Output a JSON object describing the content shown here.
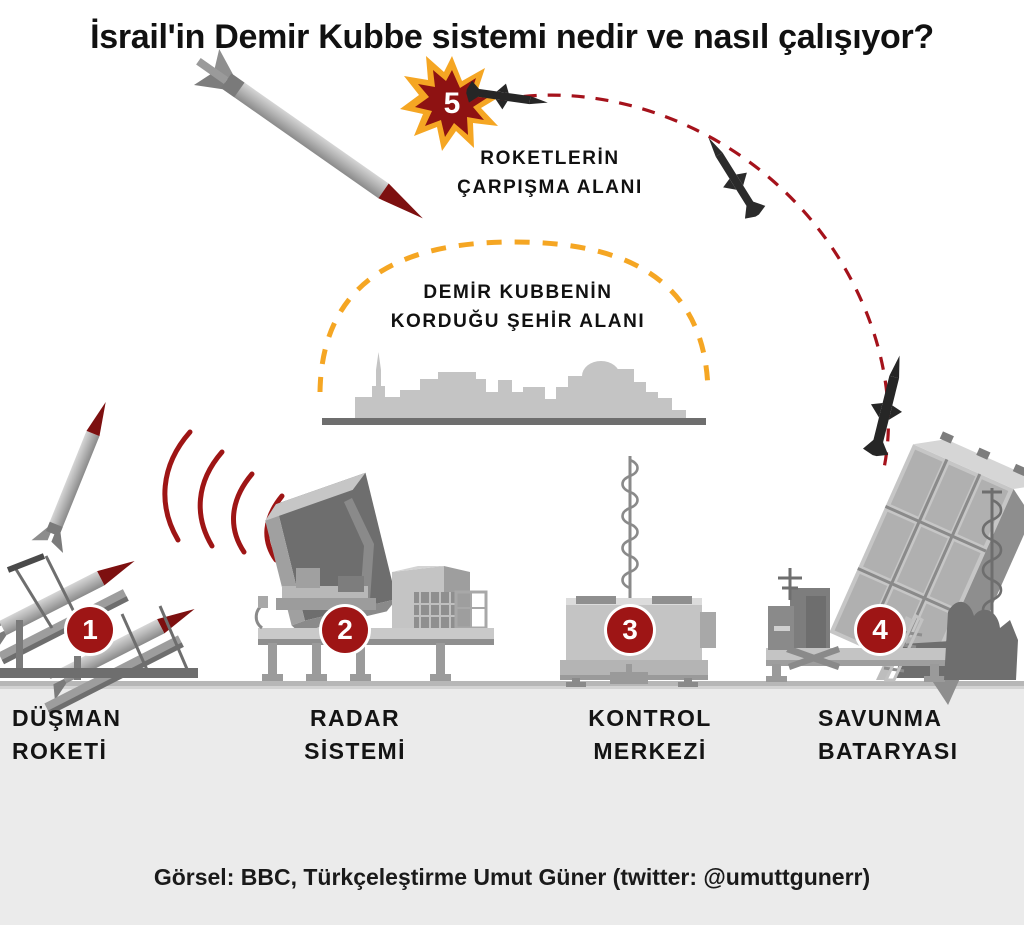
{
  "title": "İsrail'in Demir Kubbe sistemi nedir ve nasıl çalışıyor?",
  "credit": "Görsel: BBC, Türkçeleştirme Umut Güner (twitter: @umuttgunerr)",
  "annotations": {
    "impact_line1": "ROKETLERİN",
    "impact_line2": "ÇARPIŞMA ALANI",
    "dome_line1": "DEMİR KUBBENİN",
    "dome_line2": "KORDUĞU ŞEHİR ALANI"
  },
  "stations": [
    {
      "number": "1",
      "line1": "DÜŞMAN",
      "line2": "ROKETİ"
    },
    {
      "number": "2",
      "line1": "RADAR",
      "line2": "SİSTEMİ"
    },
    {
      "number": "3",
      "line1": "KONTROL",
      "line2": "MERKEZİ"
    },
    {
      "number": "4",
      "line1": "SAVUNMA",
      "line2": "BATARYASI"
    }
  ],
  "burst": {
    "number": "5"
  },
  "colors": {
    "badge_red": "#9e1515",
    "burst_outer": "#f5a623",
    "burst_inner": "#8e1212",
    "trajectory_red": "#a5121b",
    "dome_orange": "#f5a623",
    "radar_wave_red": "#9e1515",
    "metal_light": "#c9c9c9",
    "metal_mid": "#a8a8a8",
    "metal_dark": "#6e6e6e",
    "interceptor_black": "#262626",
    "background_lower": "#ebebeb",
    "city_gray": "#c4c4c4",
    "ground_line": "#6e6e6e"
  }
}
